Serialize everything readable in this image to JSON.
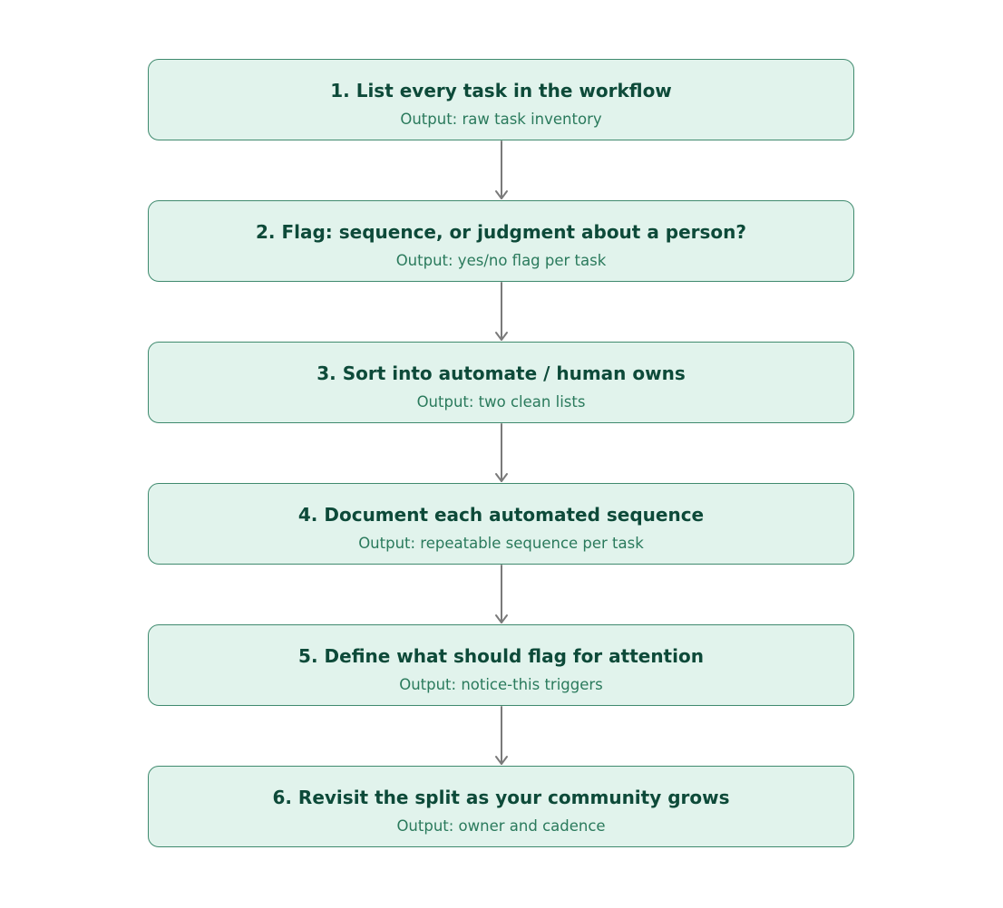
{
  "colors": {
    "box_fill": "#e1f3ec",
    "box_border": "#3f8a6e",
    "title_text": "#0d4a39",
    "output_text": "#2a7a5c",
    "arrow": "#7a7a7a"
  },
  "steps": [
    {
      "title": "1. List every task in the workflow",
      "output": "Output: raw task inventory"
    },
    {
      "title": "2. Flag: sequence, or judgment about a person?",
      "output": "Output: yes/no flag per task"
    },
    {
      "title": "3. Sort into automate / human owns",
      "output": "Output: two clean lists"
    },
    {
      "title": "4. Document each automated sequence",
      "output": "Output: repeatable sequence per task"
    },
    {
      "title": "5. Define what should flag for attention",
      "output": "Output: notice-this triggers"
    },
    {
      "title": "6. Revisit the split as your community grows",
      "output": "Output: owner and cadence"
    }
  ]
}
